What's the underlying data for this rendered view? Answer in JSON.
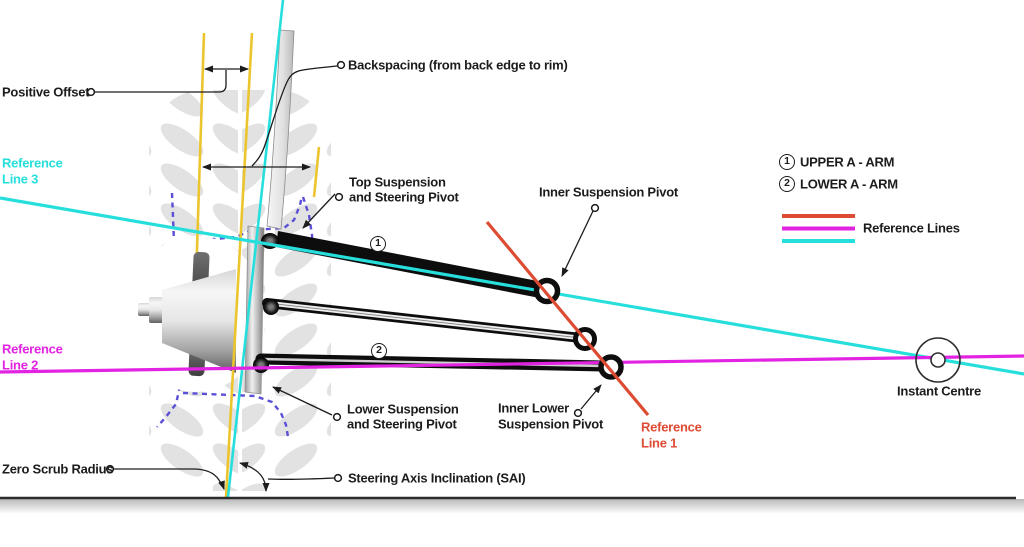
{
  "colors": {
    "cyan": "#26dfdc",
    "magenta": "#e223e2",
    "red": "#de4b33",
    "yellow": "#ecc52e",
    "dashed": "#5a4fd6",
    "ink": "#1c1c1c",
    "tread": "#e2e2e2",
    "ground": "#2c2c2c"
  },
  "annotations": {
    "positive_offset": "Positive Offset",
    "backspacing": "Backspacing (from back edge to rim)",
    "ref_line_3": [
      "Reference",
      "Line 3"
    ],
    "ref_line_2": [
      "Reference",
      "Line 2"
    ],
    "ref_line_1": [
      "Reference",
      "Line 1"
    ],
    "top_pivot": [
      "Top Suspension",
      "and Steering Pivot"
    ],
    "inner_pivot": "Inner Suspension Pivot",
    "lower_pivot": [
      "Lower Suspension",
      "and Steering Pivot"
    ],
    "inner_lower_pivot": [
      "Inner Lower",
      "Suspension Pivot"
    ],
    "zero_scrub": "Zero Scrub Radius",
    "sai": "Steering Axis Inclination (SAI)",
    "instant_centre": "Instant Centre",
    "arm_markers": [
      "1",
      "2"
    ]
  },
  "legend": {
    "items": [
      {
        "num": "1",
        "label": "UPPER A - ARM"
      },
      {
        "num": "2",
        "label": "LOWER A - ARM"
      }
    ],
    "reference_lines": "Reference Lines"
  }
}
